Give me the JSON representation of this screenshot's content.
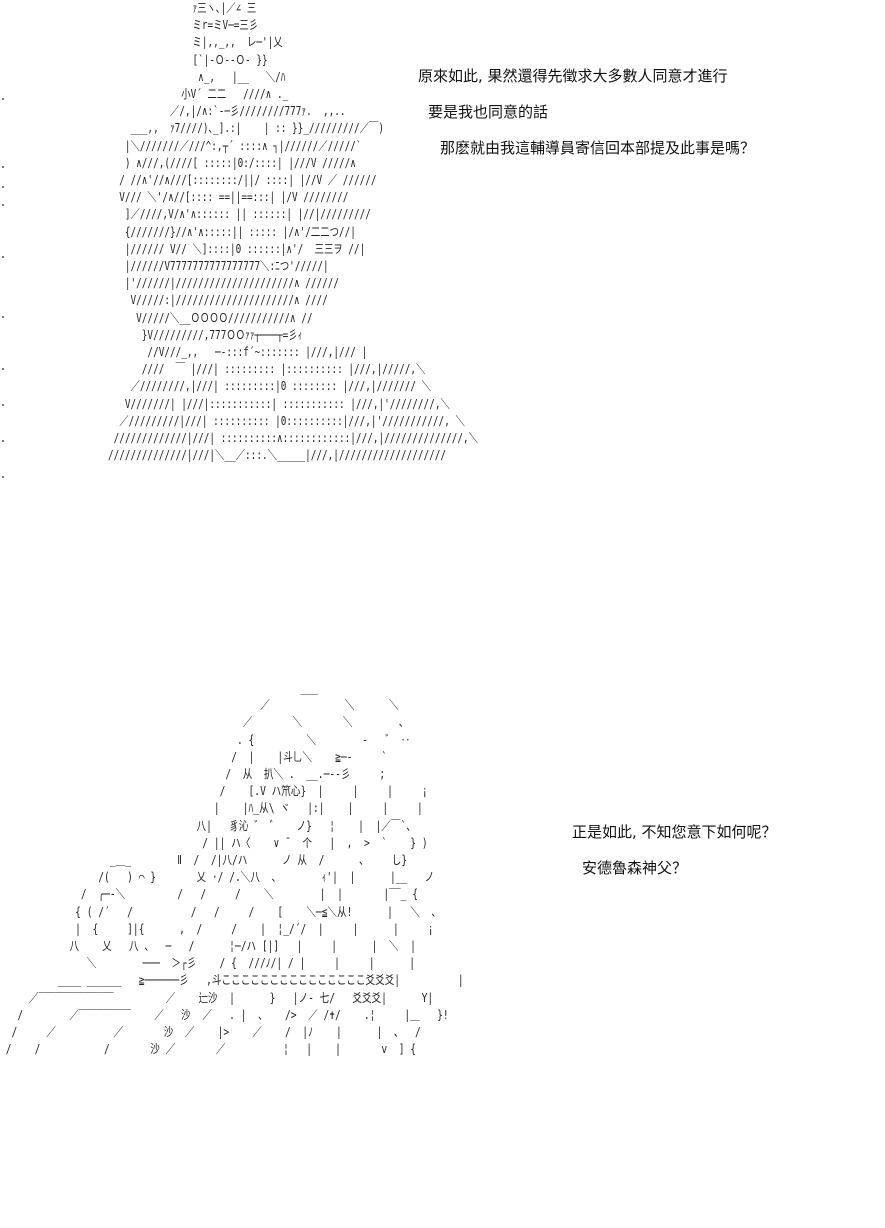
{
  "scene_top": {
    "dialogue": [
      "原來如此, 果然還得先徵求大多數人同意才進行",
      "要是我也同意的話",
      "那麽就由我這輔導員寄信回本部提及此事是嗎？"
    ]
  },
  "scene_bottom": {
    "dialogue": [
      "正是如此, 不知您意下如何呢？",
      "安德魯森神父？"
    ]
  },
  "colors": {
    "background": "#ffffff",
    "text": "#111111",
    "art": "#222222"
  }
}
